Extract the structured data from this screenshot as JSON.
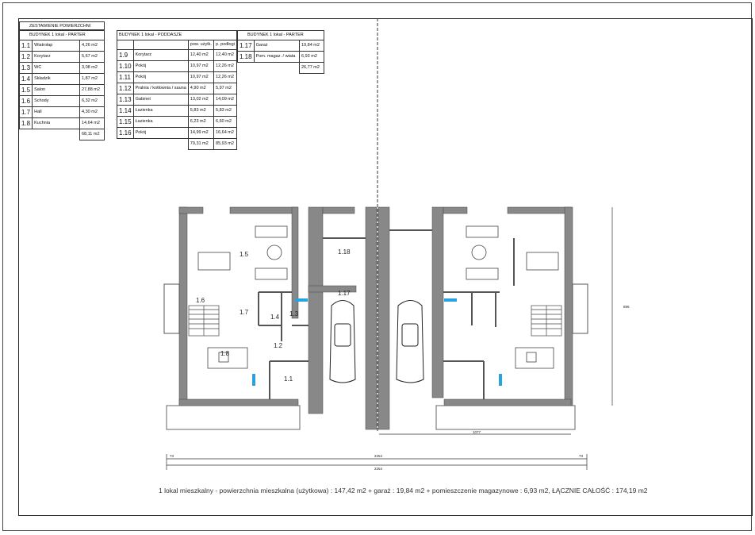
{
  "schedule_title": "ZESTAWIENIE POWIERZCHNI",
  "tables": [
    {
      "header": "BUDYNEK  1 lokal - PARTER",
      "rows": [
        {
          "num": "1.1",
          "name": "Wiatrołap",
          "area": "4,26 m2"
        },
        {
          "num": "1.2",
          "name": "Korytarz",
          "area": "5,67 m2"
        },
        {
          "num": "1.3",
          "name": "WC",
          "area": "3,08 m2"
        },
        {
          "num": "1.4",
          "name": "Składzik",
          "area": "1,87 m2"
        },
        {
          "num": "1.5",
          "name": "Salon",
          "area": "27,88 m2"
        },
        {
          "num": "1.6",
          "name": "Schody",
          "area": "6,32 m2"
        },
        {
          "num": "1.7",
          "name": "Hall",
          "area": "4,30 m2"
        },
        {
          "num": "1.8",
          "name": "Kuchnia",
          "area": "14,64 m2"
        }
      ],
      "total": "68,11 m2"
    },
    {
      "header": "BUDYNEK  1 lokal - PODDASZE",
      "columns": [
        "pow. użytk.",
        "p. podłogi"
      ],
      "rows": [
        {
          "num": "1.9",
          "name": "Korytarz",
          "a": "12,40 m2",
          "b": "12,40 m2"
        },
        {
          "num": "1.10",
          "name": "Pokój",
          "a": "10,97 m2",
          "b": "12,26 m2"
        },
        {
          "num": "1.11",
          "name": "Pokój",
          "a": "10,97 m2",
          "b": "12,26 m2"
        },
        {
          "num": "1.12",
          "name": "Pralnia / kotłownia / sauna",
          "a": "4,90 m2",
          "b": "5,97 m2"
        },
        {
          "num": "1.13",
          "name": "Gabinet",
          "a": "13,02 m2",
          "b": "14,09 m2"
        },
        {
          "num": "1.14",
          "name": "Łazienka",
          "a": "5,83 m2",
          "b": "5,83 m2"
        },
        {
          "num": "1.15",
          "name": "Łazienka",
          "a": "6,23 m2",
          "b": "6,60 m2"
        },
        {
          "num": "1.16",
          "name": "Pokój",
          "a": "14,99 m2",
          "b": "16,64 m2"
        }
      ],
      "total_a": "79,31 m2",
      "total_b": "85,93 m2"
    },
    {
      "header": "BUDYNEK  1 lokal - PARTER",
      "rows": [
        {
          "num": "1.17",
          "name": "Garaż",
          "area": "19,84 m2"
        },
        {
          "num": "1.18",
          "name": "Pom. magaz. / wiata",
          "area": "6,93 m2"
        }
      ],
      "total": "26,77 m2"
    }
  ],
  "rooms": [
    "1.5",
    "1.6",
    "1.7",
    "1.4",
    "1.3",
    "1.8",
    "1.2",
    "1.1",
    "1.18",
    "1.17"
  ],
  "dimensions": [
    "2254",
    "2254",
    "1077",
    "896",
    "73",
    "73"
  ],
  "summary_note": "1 lokal mieszkalny - powierzchnia mieszkalna (użytkowa) : 147,42 m2  + garaż : 19,84 m2 + pomieszczenie magazynowe : 6,93 m2,  ŁĄCZNIE CAŁOŚĆ : 174,19 m2"
}
